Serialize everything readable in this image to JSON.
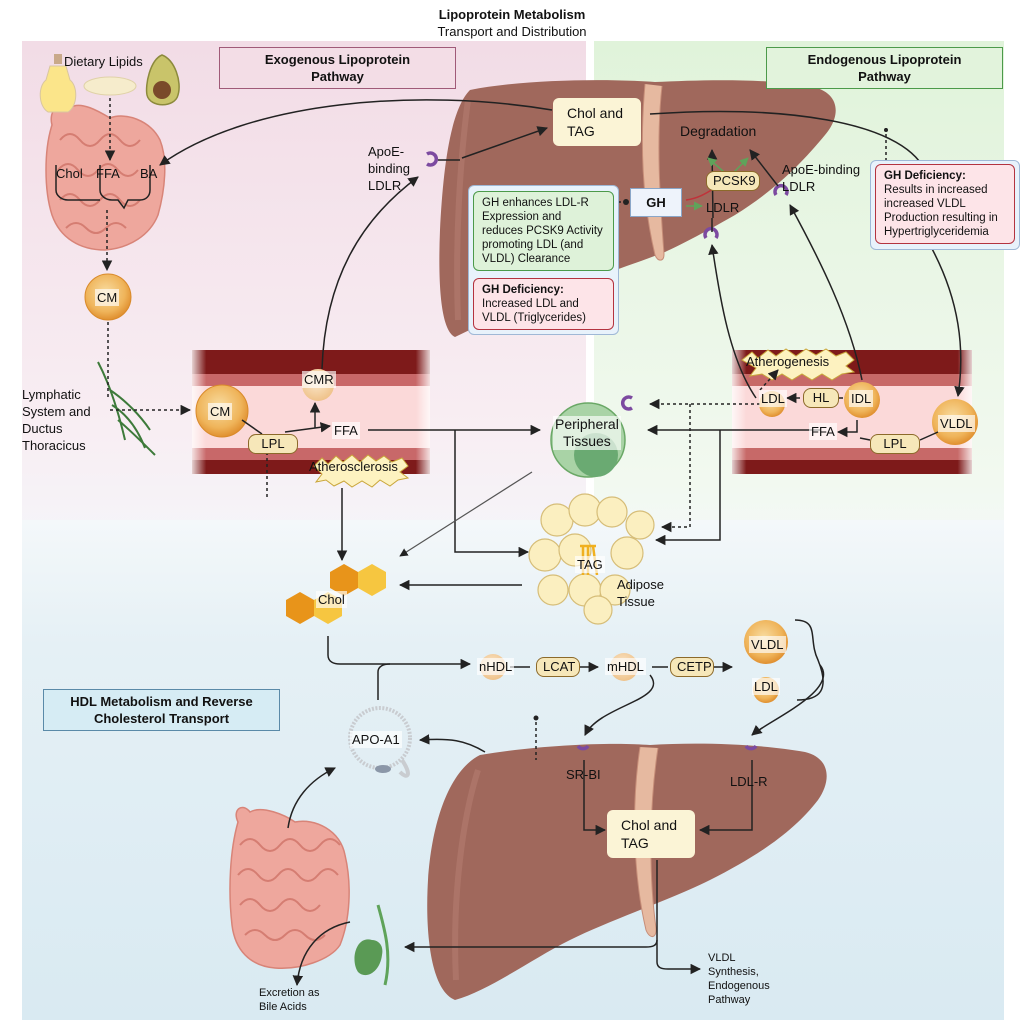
{
  "title": {
    "main": "Lipoprotein Metabolism",
    "subtitle": "Transport and Distribution"
  },
  "sections": {
    "exogenous": "Exogenous Lipoprotein Pathway",
    "endogenous": "Endogenous Lipoprotein Pathway",
    "hdl": "HDL Metabolism and Reverse Cholesterol Transport"
  },
  "colors": {
    "exogenous_bg": "#f3dde6",
    "endogenous_bg": "#e2f3dc",
    "hdl_bg": "#dcebf2",
    "liver": "#a0685c",
    "vessel_dark": "#7e1a1a",
    "vessel_light": "#fbdada",
    "receptor": "#7c4aa0",
    "green_arrow": "#5fa35a",
    "red_inhibit": "#c0323a"
  },
  "exogenous": {
    "dietary_lipids": "Dietary Lipids",
    "intestine_labels": [
      "Chol",
      "FFA",
      "BA"
    ],
    "cm": "CM",
    "lymphatic": [
      "Lymphatic",
      "System and",
      "Ductus",
      "Thoracicus"
    ],
    "vessel": {
      "cm": "CM",
      "lpl": "LPL",
      "cmr": "CMR",
      "ffa": "FFA",
      "atherosclerosis": "Atherosclerosis"
    },
    "apoe_receptor": [
      "ApoE-",
      "binding",
      "LDLR"
    ]
  },
  "liver_top": {
    "chol_tag": [
      "Chol and",
      "TAG"
    ],
    "degradation": "Degradation",
    "pcsk9": "PCSK9",
    "ldlr": "LDLR",
    "gh": "GH",
    "apoe_receptor": [
      "ApoE-binding",
      "LDLR"
    ],
    "gh_enhances": [
      "GH enhances LDL-R",
      "Expression and",
      "reduces PCSK9 Activity",
      "promoting LDL (and",
      "VLDL) Clearance"
    ],
    "gh_deficiency_left": {
      "title": "GH Deficiency:",
      "lines": [
        "Increased LDL and",
        "VLDL (Triglycerides)"
      ]
    },
    "gh_deficiency_right": {
      "title": "GH Deficiency:",
      "lines": [
        "Results in increased",
        "increased VLDL",
        "Production resulting in",
        "Hypertriglyceridemia"
      ]
    }
  },
  "endogenous": {
    "vessel": {
      "atherogenesis": "Atherogenesis",
      "ldl": "LDL",
      "hl": "HL",
      "idl": "IDL",
      "vldl": "VLDL",
      "ffa": "FFA",
      "lpl": "LPL"
    }
  },
  "middle": {
    "peripheral": [
      "Peripheral",
      "Tissues"
    ],
    "tag": "TAG",
    "adipose": [
      "Adipose",
      "Tissue"
    ],
    "chol": "Chol"
  },
  "hdl": {
    "nhdl": "nHDL",
    "lcat": "LCAT",
    "mhdl": "mHDL",
    "cetp": "CETP",
    "vldl": "VLDL",
    "ldl": "LDL",
    "apoa1": "APO-A1",
    "srbi": "SR-BI",
    "ldlr": "LDL-R",
    "chol_tag": [
      "Chol and",
      "TAG"
    ],
    "excretion": [
      "Excretion as",
      "Bile Acids"
    ],
    "vldl_synthesis": [
      "VLDL",
      "Synthesis,",
      "Endogenous",
      "Pathway"
    ]
  }
}
